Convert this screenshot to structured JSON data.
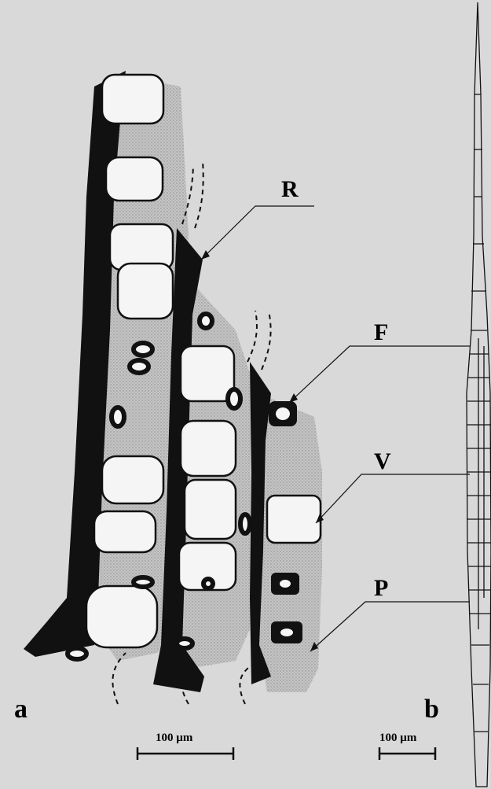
{
  "figure": {
    "panel_labels": {
      "a": "a",
      "b": "b"
    },
    "structure_labels": {
      "r": "R",
      "f": "F",
      "v": "V",
      "p": "P"
    },
    "scale_bars": {
      "a": "100 µm",
      "b": "100 µm"
    }
  },
  "colors": {
    "background": "#d9d9d9",
    "black_tissue": "#111111",
    "stipple": "#bdbdbd",
    "cell_fill": "#f4f4f4"
  }
}
